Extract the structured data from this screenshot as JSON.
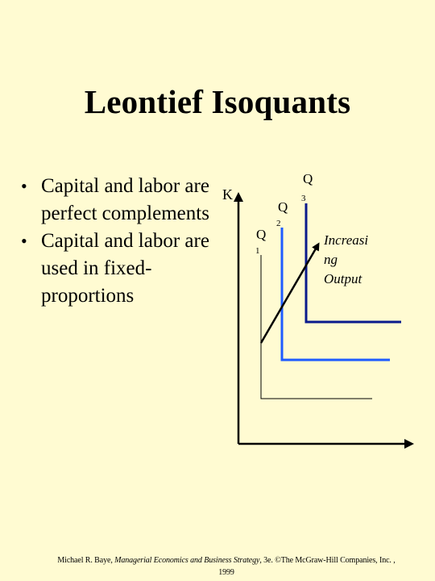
{
  "title": "Leontief Isoquants",
  "bullets": [
    "Capital and labor are perfect complements",
    "Capital and labor are used in fixed-proportions"
  ],
  "bullet_symbol": "•",
  "diagram": {
    "y_axis_label": "K",
    "isoquants": [
      {
        "label": "Q",
        "subscript": "1",
        "color": "#000000"
      },
      {
        "label": "Q",
        "subscript": "2",
        "color": "#1e5bff"
      },
      {
        "label": "Q",
        "subscript": "3",
        "color": "#0a1a8c"
      }
    ],
    "arrow_label_lines": [
      "Increasi",
      "ng",
      "Output"
    ]
  },
  "footer": {
    "author": "Michael R. Baye, ",
    "book": "Managerial Economics and Business Strategy",
    "edition_line_1": ", 3e. ©The McGraw-Hill Companies, Inc. ,",
    "edition_line_2": "1999"
  }
}
